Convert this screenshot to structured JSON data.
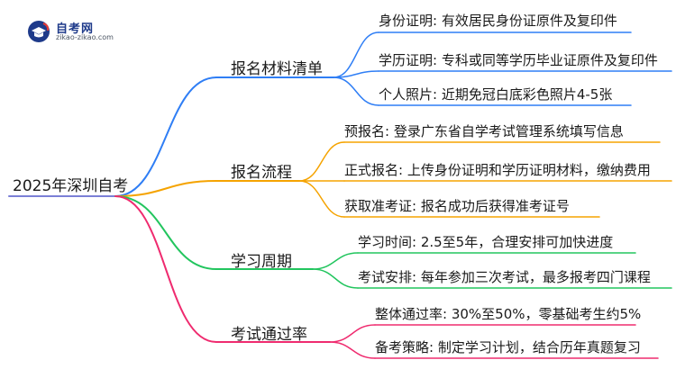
{
  "logo": {
    "name": "自考网",
    "url": "zikao-zikao.com"
  },
  "root": {
    "label": "2025年深圳自考"
  },
  "colors": {
    "branch_1": "#2f7ef5",
    "branch_2": "#f5a300",
    "branch_3": "#22c55e",
    "branch_4": "#ef2b6f",
    "logo_blue": "#1e3a8a",
    "logo_red": "#e53935"
  },
  "branches": [
    {
      "label": "报名材料清单",
      "leaves": [
        "身份证明: 有效居民身份证原件及复印件",
        "学历证明: 专科或同等学历毕业证原件及复印件",
        "个人照片: 近期免冠白底彩色照片4-5张"
      ]
    },
    {
      "label": "报名流程",
      "leaves": [
        "预报名: 登录广东省自学考试管理系统填写信息",
        "正式报名: 上传身份证明和学历证明材料，缴纳费用",
        "获取准考证: 报名成功后获得准考证号"
      ]
    },
    {
      "label": "学习周期",
      "leaves": [
        "学习时间: 2.5至5年，合理安排可加快进度",
        "考试安排: 每年参加三次考试，最多报考四门课程"
      ]
    },
    {
      "label": "考试通过率",
      "leaves": [
        "整体通过率: 30%至50%，零基础考生约5%",
        "备考策略: 制定学习计划，结合历年真题复习"
      ]
    }
  ]
}
